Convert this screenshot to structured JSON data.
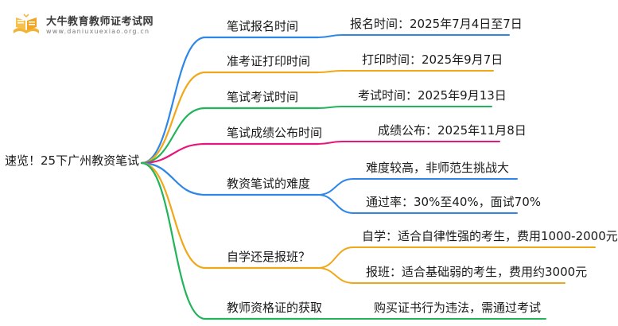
{
  "logo": {
    "title": "大牛教育教师证考试网",
    "url": "www.daniuxuexiao.org.cn"
  },
  "root": "速览！25下广州教资笔试",
  "branches": [
    {
      "label": "笔试报名时间",
      "color": "#2e86e8",
      "children": [
        {
          "text": "报名时间：2025年7月4日至7日",
          "color": "#2e86e8"
        }
      ]
    },
    {
      "label": "准考证打印时间",
      "color": "#f0a818",
      "children": [
        {
          "text": "打印时间：2025年9月7日",
          "color": "#f0a818"
        }
      ]
    },
    {
      "label": "笔试考试时间",
      "color": "#22b45a",
      "children": [
        {
          "text": "考试时间：2025年9月13日",
          "color": "#22b45a"
        }
      ]
    },
    {
      "label": "笔试成绩公布时间",
      "color": "#e8157a",
      "children": [
        {
          "text": "成绩公布：2025年11月8日",
          "color": "#e8157a"
        }
      ]
    },
    {
      "label": "教资笔试的难度",
      "color": "#2e86e8",
      "children": [
        {
          "text": "难度较高，非师范生挑战大",
          "color": "#2e86e8"
        },
        {
          "text": "通过率：30%至40%，面试70%",
          "color": "#2e86e8"
        }
      ]
    },
    {
      "label": "自学还是报班？",
      "color": "#f0a818",
      "children": [
        {
          "text": "自学：适合自律性强的考生，费用1000-2000元",
          "color": "#f0a818"
        },
        {
          "text": "报班：适合基础弱的考生，费用约3000元",
          "color": "#f0a818"
        }
      ]
    },
    {
      "label": "教师资格证的获取",
      "color": "#22b45a",
      "children": [
        {
          "text": "购买证书行为违法，需通过考试",
          "color": "#22b45a"
        }
      ]
    }
  ]
}
